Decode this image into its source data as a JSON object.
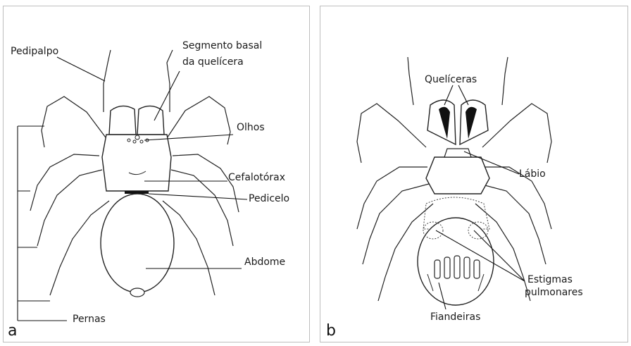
{
  "panel_a": {
    "letter": "a",
    "labels": {
      "pedipalpo": "Pedipalpo",
      "segmento_line1": "Segmento basal",
      "segmento_line2": "da quelícera",
      "olhos": "Olhos",
      "cefalotorax": "Cefalotórax",
      "pedicelo": "Pedicelo",
      "abdome": "Abdome",
      "pernas": "Pernas"
    }
  },
  "panel_b": {
    "letter": "b",
    "labels": {
      "queliceras": "Quelíceras",
      "labio": "Lábio",
      "estigmas_line1": "Estigmas",
      "estigmas_line2": "pulmonares",
      "fiandeiras": "Fiandeiras"
    }
  }
}
